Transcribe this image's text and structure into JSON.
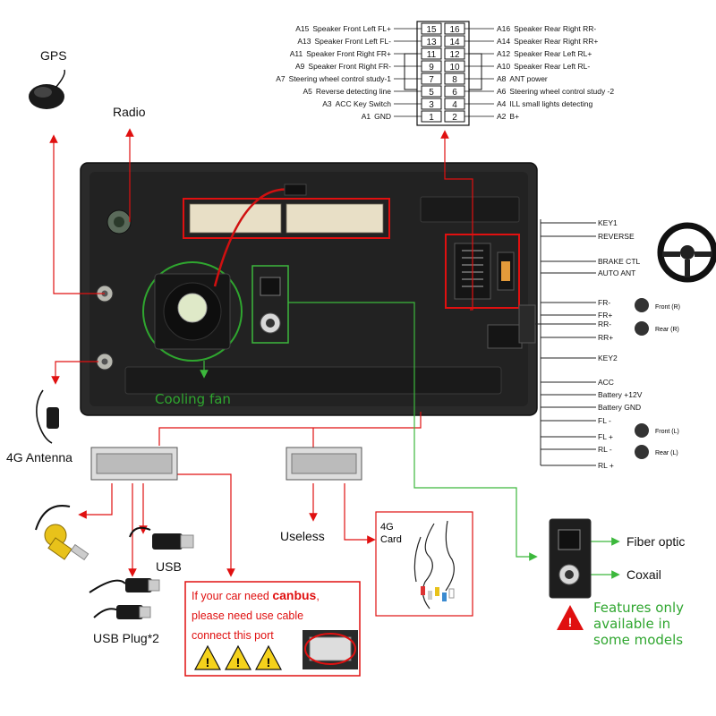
{
  "connector_pins": {
    "left": [
      {
        "code": "A15",
        "label": "Speaker Front Left FL+",
        "num": "15"
      },
      {
        "code": "A13",
        "label": "Speaker Front Left FL-",
        "num": "13"
      },
      {
        "code": "A11",
        "label": "Speaker Front Right FR+",
        "num": "11"
      },
      {
        "code": "A9",
        "label": "Speaker Front Right FR-",
        "num": "9"
      },
      {
        "code": "A7",
        "label": "Steering wheel control study-1",
        "num": "7"
      },
      {
        "code": "A5",
        "label": "Reverse detecting line",
        "num": "5"
      },
      {
        "code": "A3",
        "label": "ACC Key Switch",
        "num": "3"
      },
      {
        "code": "A1",
        "label": "GND",
        "num": "1"
      }
    ],
    "right": [
      {
        "code": "A16",
        "label": "Speaker Rear Right RR-",
        "num": "16"
      },
      {
        "code": "A14",
        "label": "Speaker Rear Right RR+",
        "num": "14"
      },
      {
        "code": "A12",
        "label": "Speaker Rear Left RL+",
        "num": "12"
      },
      {
        "code": "A10",
        "label": "Speaker Rear Left RL-",
        "num": "10"
      },
      {
        "code": "A8",
        "label": "ANT power",
        "num": "8"
      },
      {
        "code": "A6",
        "label": "Steering wheel control study -2",
        "num": "6"
      },
      {
        "code": "A4",
        "label": "ILL small lights detecting",
        "num": "4"
      },
      {
        "code": "A2",
        "label": "B+",
        "num": "2"
      }
    ]
  },
  "labels": {
    "gps": "GPS",
    "radio": "Radio",
    "antenna_4g": "4G Antenna",
    "cooling_fan": "Cooling fan",
    "usb": "USB",
    "usb_plug": "USB Plug*2",
    "useless": "Useless",
    "card_4g_line1": "4G",
    "card_4g_line2": "Card",
    "fiber_optic": "Fiber optic",
    "coaxil": "Coxail",
    "features_line1": "Features only",
    "features_line2": "available in",
    "features_line3": "some models",
    "canbus_line1_a": "If your car need ",
    "canbus_line1_b": "canbus",
    "canbus_line1_c": ",",
    "canbus_line2": "please need use cable",
    "canbus_line3": "connect this port"
  },
  "side_wires": [
    {
      "label": "KEY1"
    },
    {
      "label": "REVERSE"
    },
    {
      "label": "BRAKE CTL"
    },
    {
      "label": "AUTO ANT"
    },
    {
      "label": "FR-"
    },
    {
      "label": "FR+"
    },
    {
      "label": "RR-"
    },
    {
      "label": "RR+"
    },
    {
      "label": "KEY2"
    },
    {
      "label": "ACC"
    },
    {
      "label": "Battery +12V"
    },
    {
      "label": "Battery GND"
    },
    {
      "label": "FL -"
    },
    {
      "label": "FL +"
    },
    {
      "label": "RL -"
    },
    {
      "label": "RL +"
    }
  ],
  "speakers": {
    "front_r": "Front (R)",
    "rear_r": "Rear (R)",
    "front_l": "Front (L)",
    "rear_l": "Rear (L)"
  },
  "colors": {
    "arrow_red": "#e01010",
    "arrow_green": "#3cb83c",
    "panel_dark": "#262626",
    "label_green": "#2fa62f"
  }
}
